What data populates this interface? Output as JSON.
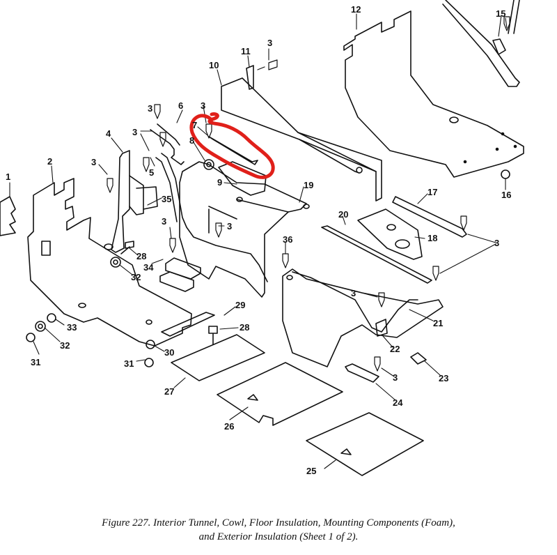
{
  "figure": {
    "caption_line1": "Figure 227.  Interior Tunnel, Cowl, Floor Insulation, Mounting Components (Foam),",
    "caption_line2": "and Exterior Insulation (Sheet 1 of 2).",
    "highlight_color": "#e0201a",
    "line_color": "#111111"
  },
  "callouts": {
    "c1": "1",
    "c2": "2",
    "c3": "3",
    "c4": "4",
    "c5": "5",
    "c6": "6",
    "c7": "7",
    "c8": "8",
    "c9": "9",
    "c10": "10",
    "c11": "11",
    "c12": "12",
    "c15": "15",
    "c16": "16",
    "c17": "17",
    "c18": "18",
    "c19": "19",
    "c20": "20",
    "c21": "21",
    "c22": "22",
    "c23": "23",
    "c24": "24",
    "c25": "25",
    "c26": "26",
    "c27": "27",
    "c28": "28",
    "c29": "29",
    "c30": "30",
    "c31": "31",
    "c32": "32",
    "c33": "33",
    "c34": "34",
    "c35": "35",
    "c36": "36"
  }
}
